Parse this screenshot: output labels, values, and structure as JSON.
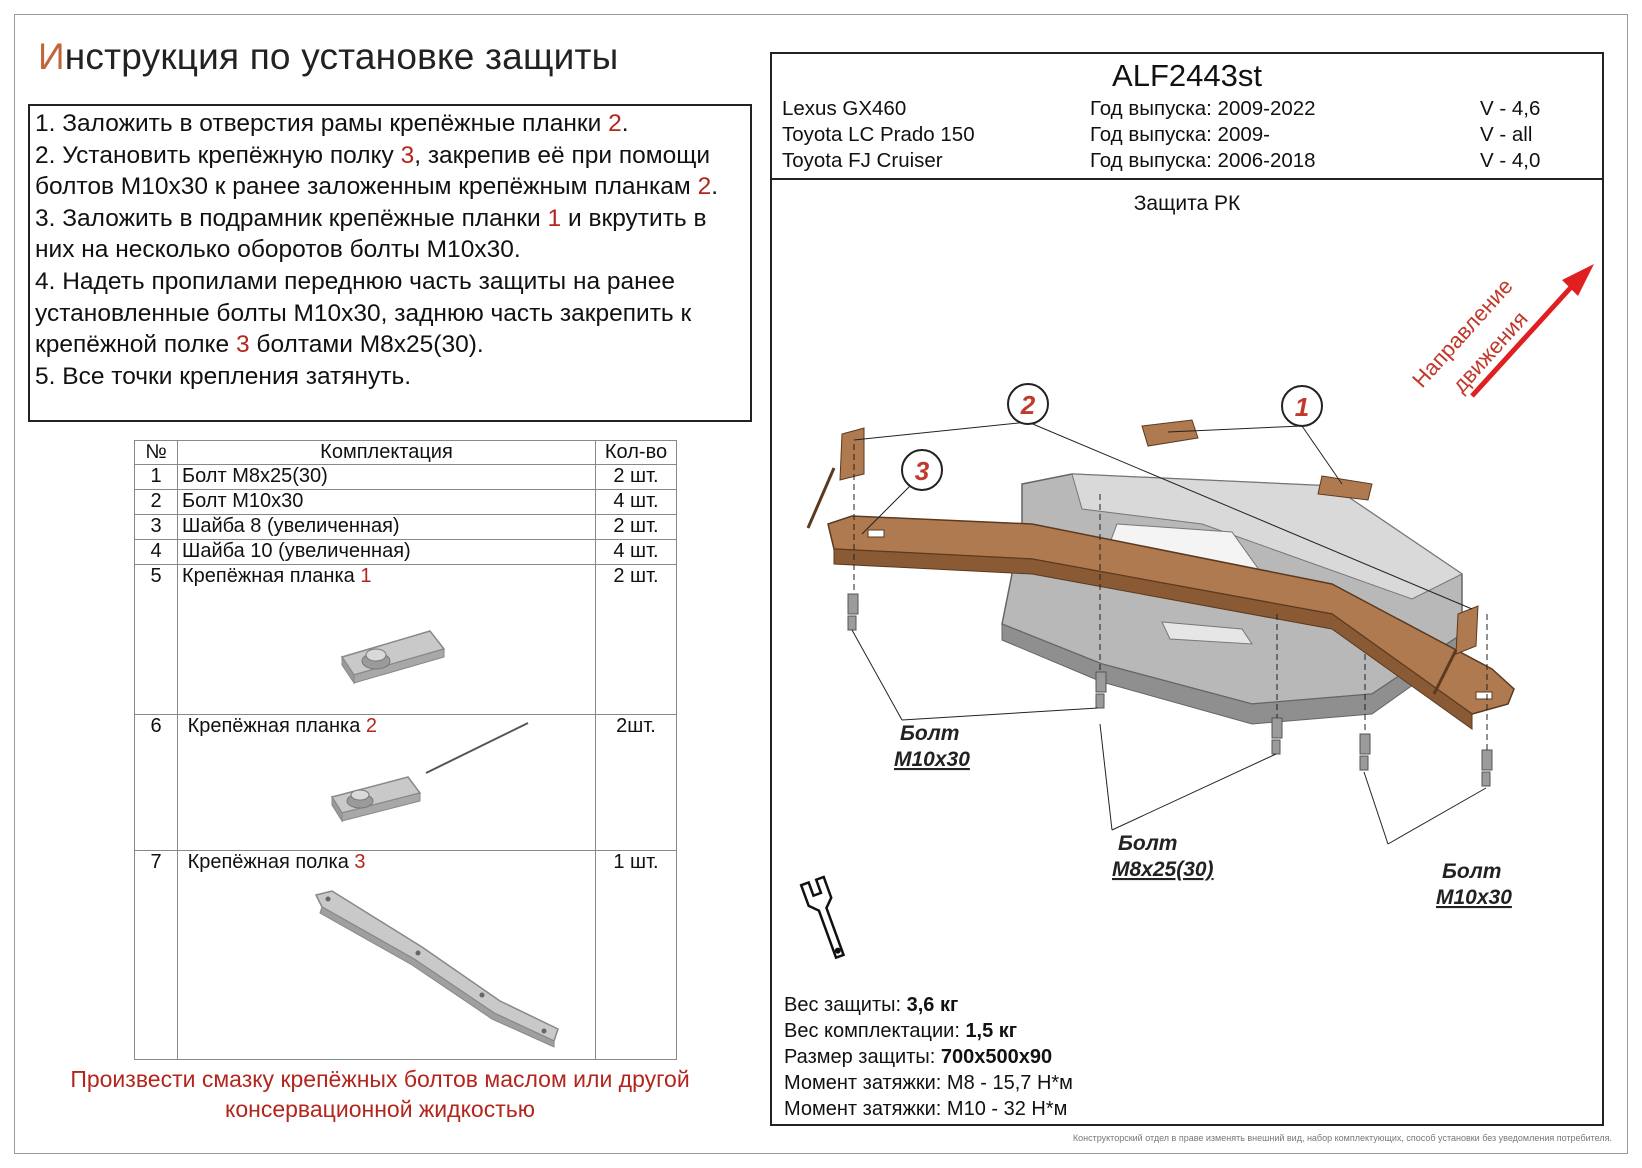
{
  "title": {
    "first_letter": "И",
    "rest": "нструкция по установке защиты"
  },
  "steps": [
    {
      "before": "1. Заложить в отверстия рамы крепёжные планки ",
      "ref": "2",
      "after": "."
    },
    {
      "before": "2. Установить крепёжную полку ",
      "ref": "3",
      "mid": ", закрепив её при помощи болтов М10х30 к ранее заложенным крепёжным планкам ",
      "ref2": "2",
      "after": "."
    },
    {
      "before": "3. Заложить в подрамник крепёжные планки ",
      "ref": "1",
      "after": " и вкрутить в них на несколько оборотов болты М10х30."
    },
    {
      "before": "4. Надеть пропилами переднюю часть защиты на ранее установленные болты М10х30, заднюю часть закрепить к крепёжной полке ",
      "ref": "3",
      "after": " болтами М8х25(30)."
    },
    {
      "before": "5. Все точки крепления затянуть.",
      "ref": "",
      "after": ""
    }
  ],
  "kit_table": {
    "headers": {
      "num": "№",
      "item": "Комплектация",
      "qty": "Кол-во"
    },
    "rows": [
      {
        "num": "1",
        "item": "Болт М8х25(30)",
        "ref": "",
        "qty": "2 шт."
      },
      {
        "num": "2",
        "item": "Болт М10х30",
        "ref": "",
        "qty": "4 шт."
      },
      {
        "num": "3",
        "item": "Шайба 8 (увеличенная)",
        "ref": "",
        "qty": "2 шт."
      },
      {
        "num": "4",
        "item": "Шайба 10 (увеличенная)",
        "ref": "",
        "qty": "4 шт."
      },
      {
        "num": "5",
        "item": "Крепёжная планка ",
        "ref": "1",
        "qty": "2 шт."
      },
      {
        "num": "6",
        "item": "Крепёжная планка ",
        "ref": "2",
        "qty": "2шт."
      },
      {
        "num": "7",
        "item": "Крепёжная полка ",
        "ref": "3",
        "qty": "1 шт."
      }
    ]
  },
  "note": "Произвести смазку крепёжных болтов маслом или другой консервационной жидкостью",
  "product": {
    "code": "ALF2443st",
    "vehicles": [
      {
        "model": "Lexus GX460",
        "year_label": "Год выпуска: 2009-2022",
        "engine": "V - 4,6"
      },
      {
        "model": "Toyota LC Prado 150",
        "year_label": "Год выпуска: 2009-",
        "engine": "V - all"
      },
      {
        "model": "Toyota FJ Cruiser",
        "year_label": "Год выпуска: 2006-2018",
        "engine": "V - 4,0"
      }
    ],
    "part_name": "Защита РК"
  },
  "diagram": {
    "direction_label_1": "Направление",
    "direction_label_2": "движения",
    "callouts": [
      "1",
      "2",
      "3"
    ],
    "bolt_labels": [
      {
        "line1": "Болт",
        "line2": "М10х30"
      },
      {
        "line1": "Болт",
        "line2": "М8х25(30)"
      },
      {
        "line1": "Болт",
        "line2": "М10х30"
      }
    ],
    "colors": {
      "frame": "#b07a50",
      "plate": "#b3b3b3",
      "orange": "#e07a2e",
      "arrow": "#e02020",
      "label_red": "#c0392b"
    },
    "icon": "wrench-icon"
  },
  "specs": [
    {
      "label": "Вес защиты: ",
      "value": "3,6 кг",
      "bold": true
    },
    {
      "label": "Вес комплектации: ",
      "value": "1,5 кг",
      "bold": true
    },
    {
      "label": "Размер защиты: ",
      "value": "700х500х90",
      "bold": true
    },
    {
      "label": "Момент затяжки:  ",
      "value": "М8 - 15,7 Н*м",
      "bold": false
    },
    {
      "label": "Момент затяжки:  ",
      "value": "М10 - 32 Н*м",
      "bold": false
    }
  ],
  "disclaimer": "Конструкторский отдел в праве изменять внешний вид, набор комплектующих, способ установки без уведомления потребителя."
}
